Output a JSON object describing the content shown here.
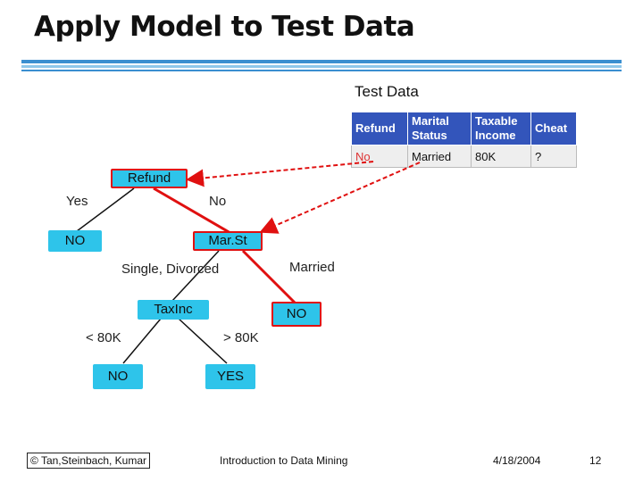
{
  "slide": {
    "title": "Apply Model to Test Data",
    "test_data_label": "Test Data"
  },
  "table": {
    "headers": [
      "Refund",
      "Marital Status",
      "Taxable Income",
      "Cheat"
    ],
    "row": [
      "No",
      "Married",
      "80K",
      "?"
    ]
  },
  "tree": {
    "nodes": {
      "refund": "Refund",
      "no_left": "NO",
      "marst": "Mar.St",
      "taxinc": "TaxInc",
      "no_married": "NO",
      "no_low": "NO",
      "yes_high": "YES"
    },
    "edges": {
      "yes": "Yes",
      "no": "No",
      "single_divorced": "Single, Divorced",
      "married": "Married",
      "lt80k": "< 80K",
      "gt80k": "> 80K"
    }
  },
  "footer": {
    "authors": "© Tan,Steinbach, Kumar",
    "course": "Introduction to Data Mining",
    "date": "4/18/2004",
    "page": "12"
  },
  "colors": {
    "node": "#2ec4ea",
    "highlight": "#e01010",
    "table_header": "#3355bb"
  }
}
